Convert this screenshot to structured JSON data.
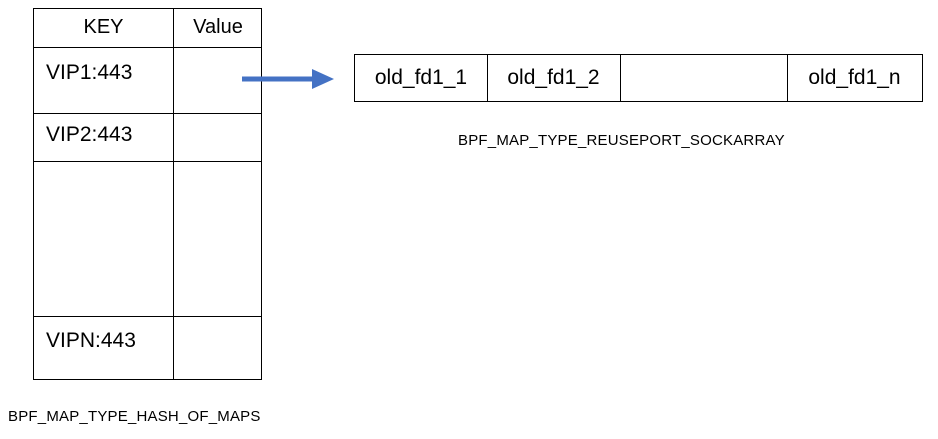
{
  "hash_of_maps": {
    "headers": {
      "key": "KEY",
      "value": "Value"
    },
    "rows": [
      "VIP1:443",
      "VIP2:443",
      "",
      "VIPN:443"
    ],
    "caption": "BPF_MAP_TYPE_HASH_OF_MAPS"
  },
  "reuseport_sockarray": {
    "cells": [
      "old_fd1_1",
      "old_fd1_2",
      "",
      "old_fd1_n"
    ],
    "caption": "BPF_MAP_TYPE_REUSEPORT_SOCKARRAY"
  },
  "colors": {
    "arrow": "#4472C4",
    "border": "#000000"
  },
  "icons": {
    "arrow": "right-arrow-icon"
  }
}
